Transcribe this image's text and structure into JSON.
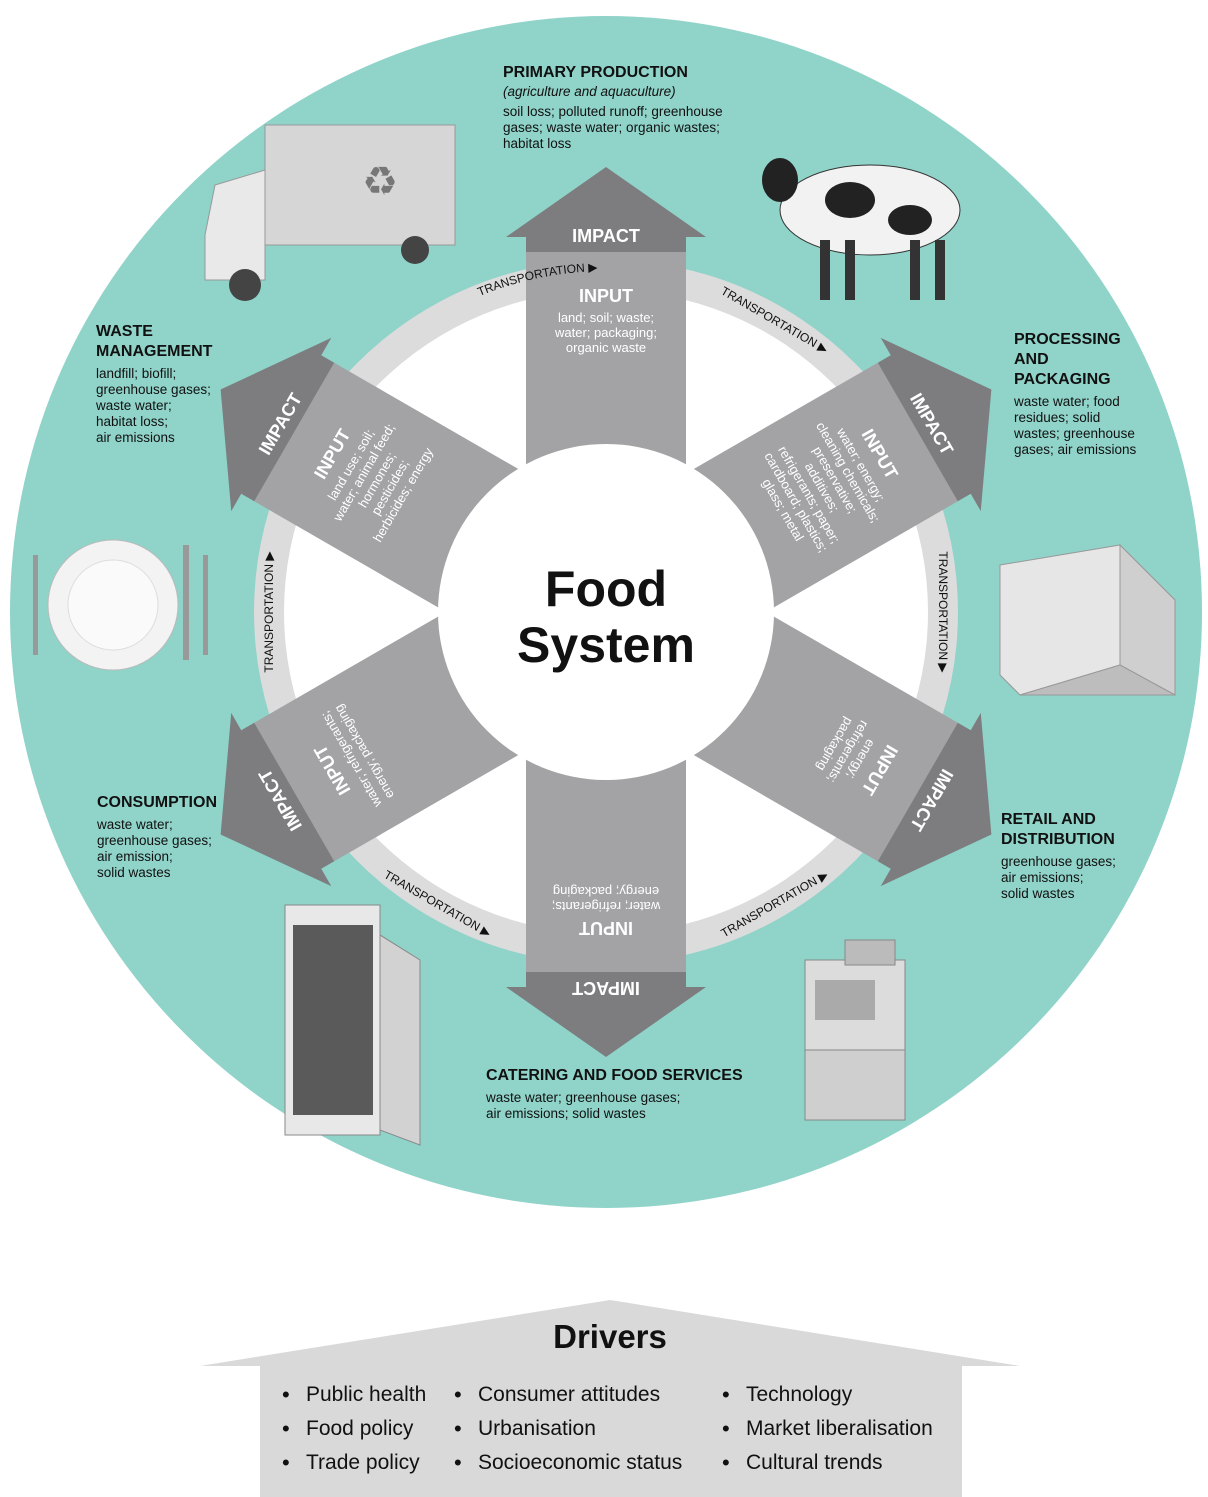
{
  "center": {
    "line1": "Food",
    "line2": "System"
  },
  "labels": {
    "impact": "IMPACT",
    "input": "INPUT",
    "transportation": "TRANSPORTATION"
  },
  "stages": {
    "primary_production": {
      "title": "PRIMARY PRODUCTION",
      "subtitle": "(agriculture and aquaculture)",
      "impacts": [
        "soil loss; polluted runoff; greenhouse",
        "gases; waste water; organic wastes;",
        "habitat loss"
      ],
      "inputs": [
        "land; soil; waste;",
        "water; packaging;",
        "organic waste"
      ]
    },
    "processing_packaging": {
      "title": [
        "PROCESSING",
        "AND",
        "PACKAGING"
      ],
      "impacts": [
        "waste water; food",
        "residues; solid",
        "wastes; greenhouse",
        "gases; air emissions"
      ],
      "inputs": [
        "water; energy;",
        "cleaning chemicals;",
        "preservative;",
        "additives;",
        "refrigerants; paper;",
        "cardboard; plastics;",
        "glass; metal"
      ]
    },
    "retail_distribution": {
      "title": [
        "RETAIL AND",
        "DISTRIBUTION"
      ],
      "impacts": [
        "greenhouse gases;",
        "air emissions;",
        "solid wastes"
      ],
      "inputs": [
        "energy;",
        "refrigerants;",
        "packaging"
      ]
    },
    "catering_food_services": {
      "title": "CATERING AND FOOD SERVICES",
      "impacts": [
        "waste water; greenhouse gases;",
        "air emissions; solid wastes"
      ],
      "inputs": [
        "water; refrigerants;",
        "energy; packaging"
      ]
    },
    "consumption": {
      "title": "CONSUMPTION",
      "impacts": [
        "waste water;",
        "greenhouse gases;",
        "air emission;",
        "solid wastes"
      ],
      "inputs": [
        "water; refrigerants;",
        "energy; packaging"
      ]
    },
    "waste_management": {
      "title": [
        "WASTE",
        "MANAGEMENT"
      ],
      "impacts": [
        "landfill; biofill;",
        "greenhouse gases;",
        "waste water;",
        "habitat loss;",
        "air emissions"
      ],
      "inputs": [
        "land use; soil;",
        "water; animal feed;",
        "hormones;",
        "pesticides;",
        "herbicides; energy"
      ]
    }
  },
  "images": [
    "truck",
    "cow",
    "box",
    "cash-register",
    "refrigerator",
    "plate-and-cutlery"
  ],
  "drivers": {
    "title": "Drivers",
    "columns": [
      [
        "Public health",
        "Food policy",
        "Trade policy"
      ],
      [
        "Consumer attitudes",
        "Urbanisation",
        "Socioeconomic status"
      ],
      [
        "Technology",
        "Market liberalisation",
        "Cultural trends"
      ]
    ]
  },
  "colors": {
    "outer_circle": "#8fd3c9",
    "ring": "#dcdcdc",
    "arrow_dark": "#7d7d7f",
    "arrow_light": "#a3a3a5",
    "center": "#ffffff",
    "drivers_box": "#d9d9d9"
  }
}
